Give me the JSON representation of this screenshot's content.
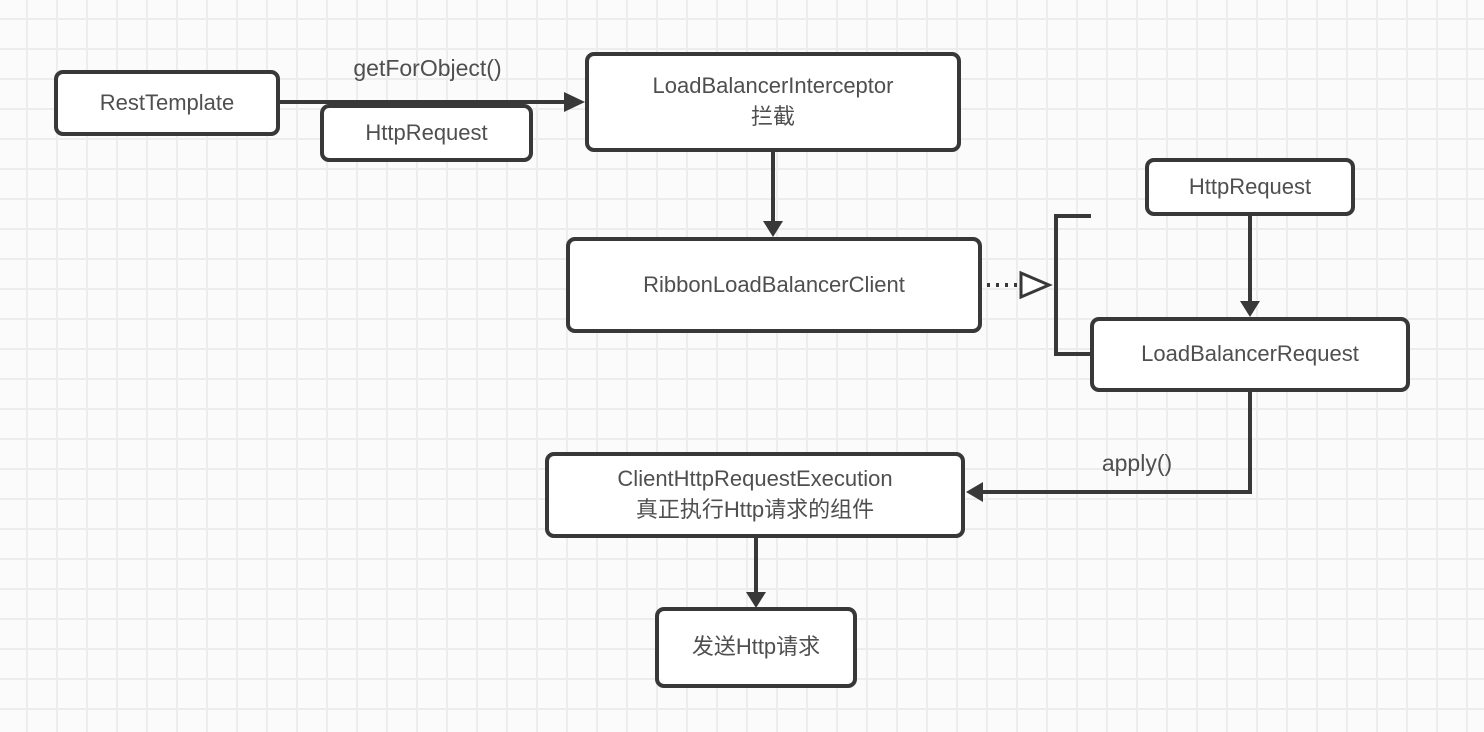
{
  "colors": {
    "stroke": "#383838",
    "text": "#4f4f4f",
    "node_fill": "#ffffff",
    "grid_line": "#ededed",
    "canvas_bg": "#fbfbfb"
  },
  "diagram": {
    "nodes": {
      "rest_template": {
        "label": "RestTemplate"
      },
      "http_request_arg": {
        "label": "HttpRequest"
      },
      "load_balancer_interceptor": {
        "label": "LoadBalancerInterceptor",
        "sublabel": "拦截"
      },
      "ribbon_load_balancer_client": {
        "label": "RibbonLoadBalancerClient"
      },
      "http_request_right": {
        "label": "HttpRequest"
      },
      "load_balancer_request": {
        "label": "LoadBalancerRequest"
      },
      "client_http_request_execution": {
        "label": "ClientHttpRequestExecution",
        "sublabel": "真正执行Http请求的组件"
      },
      "send_http_request": {
        "label": "发送Http请求"
      }
    },
    "edge_labels": {
      "get_for_object": "getForObject()",
      "apply": "apply()"
    }
  }
}
